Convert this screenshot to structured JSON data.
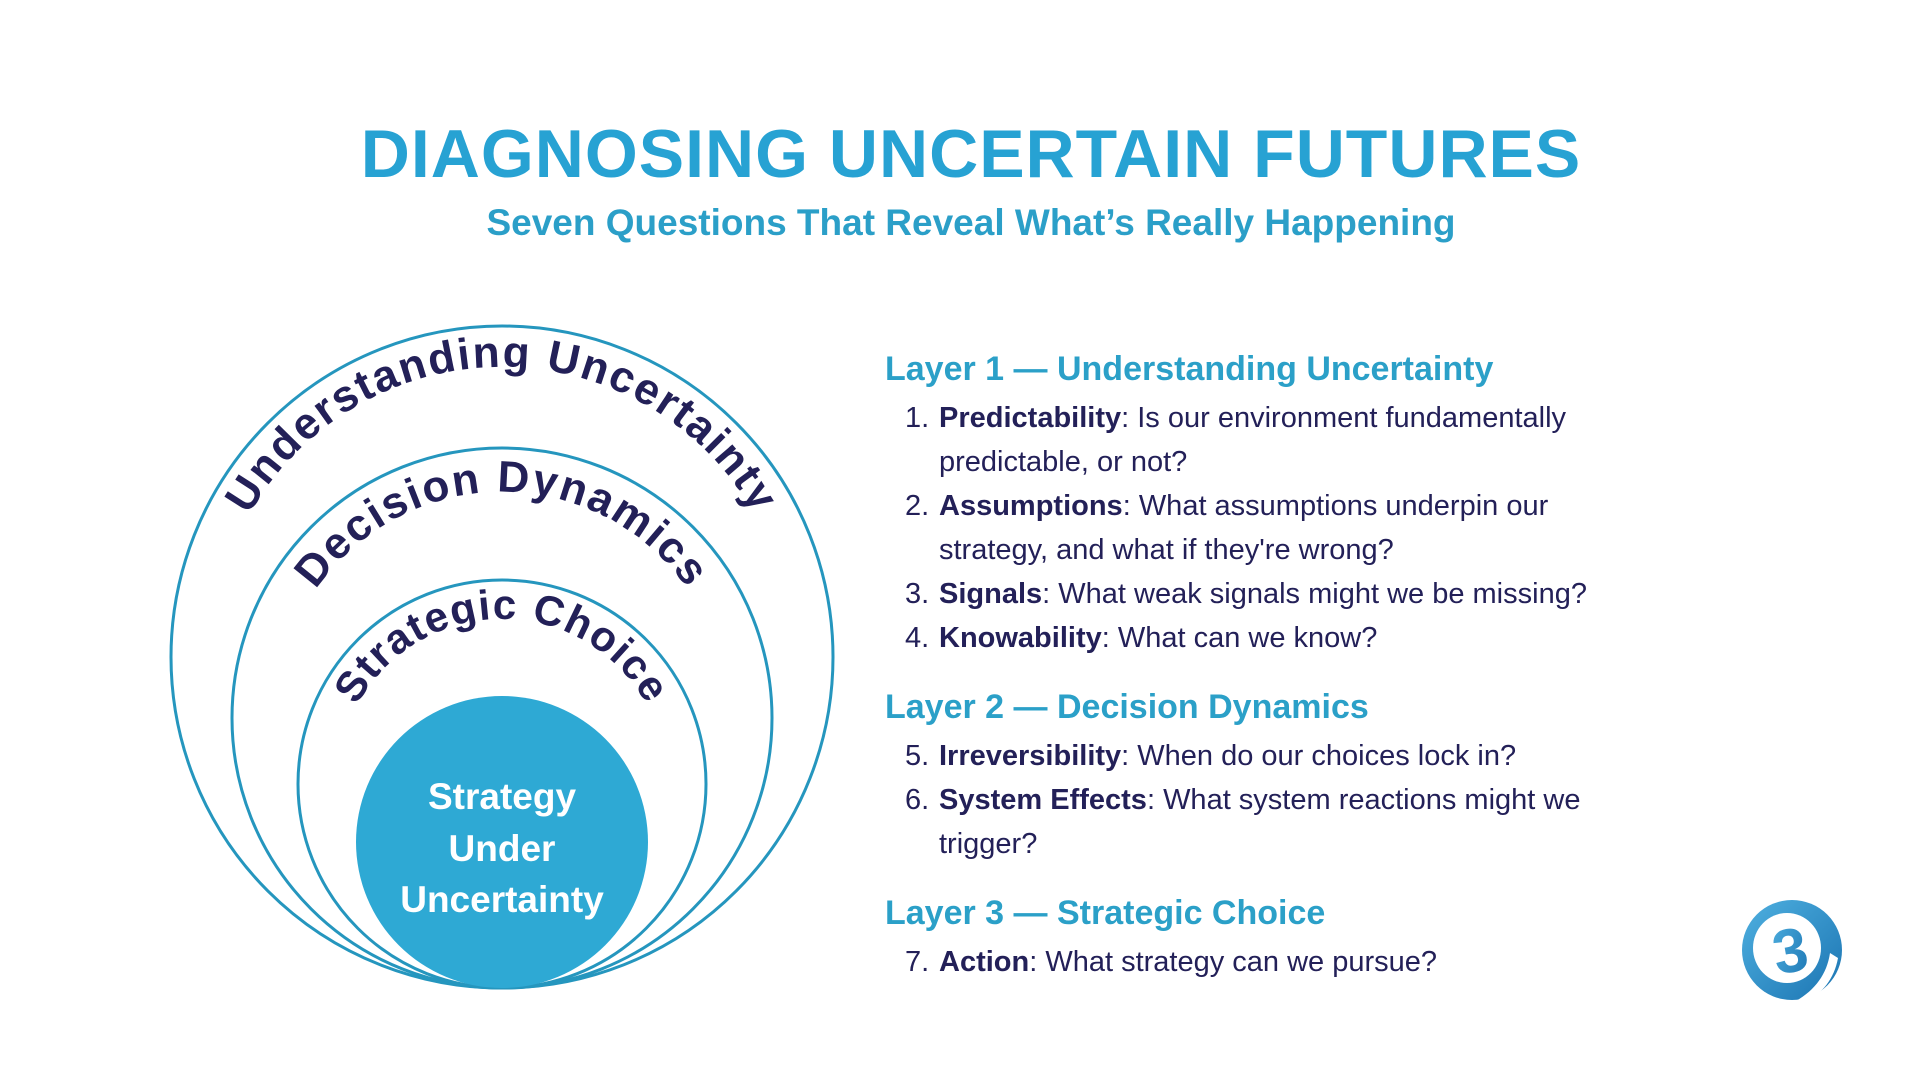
{
  "header": {
    "title": "DIAGNOSING UNCERTAIN FUTURES",
    "subtitle": "Seven Questions That Reveal What’s Really Happening"
  },
  "diagram": {
    "rings": [
      {
        "label": "Understanding Uncertainty"
      },
      {
        "label": "Decision Dynamics"
      },
      {
        "label": "Strategic Choice"
      }
    ],
    "core": {
      "line1": "Strategy",
      "line2": "Under",
      "line3": "Uncertainty"
    }
  },
  "ui": {
    "colon": ": "
  },
  "sections": [
    {
      "heading": "Layer 1 — Understanding Uncertainty",
      "items": [
        {
          "num": "1.",
          "term": "Predictability",
          "line1": "Is our environment fundamentally",
          "line2": "predictable, or not?"
        },
        {
          "num": "2.",
          "term": "Assumptions",
          "line1": "What assumptions underpin our",
          "line2": "strategy, and what if they're wrong?"
        },
        {
          "num": "3.",
          "term": "Signals",
          "line1": "What weak signals might we be missing?"
        },
        {
          "num": "4.",
          "term": "Knowability",
          "line1": "What can we know?"
        }
      ]
    },
    {
      "heading": "Layer 2 — Decision Dynamics",
      "items": [
        {
          "num": "5.",
          "term": "Irreversibility",
          "line1": "When do our choices lock in?"
        },
        {
          "num": "6.",
          "term": "System Effects",
          "line1": "What system reactions might we",
          "line2": "trigger?"
        }
      ]
    },
    {
      "heading": "Layer 3 — Strategic Choice",
      "items": [
        {
          "num": "7.",
          "term": "Action",
          "line1": "What strategy can we pursue?"
        }
      ]
    }
  ],
  "logo": {
    "glyph": "3"
  },
  "colors": {
    "title_cyan": "#27A2D3",
    "subtitle_teal": "#2B9FC8",
    "heading_teal": "#2BA0C8",
    "ring_stroke": "#2596BE",
    "core_fill": "#2EA9D4",
    "text_navy": "#232058",
    "core_text": "#FFFFFF",
    "logo_blue_light": "#4FB0E0",
    "logo_blue_dark": "#1B74B2"
  }
}
